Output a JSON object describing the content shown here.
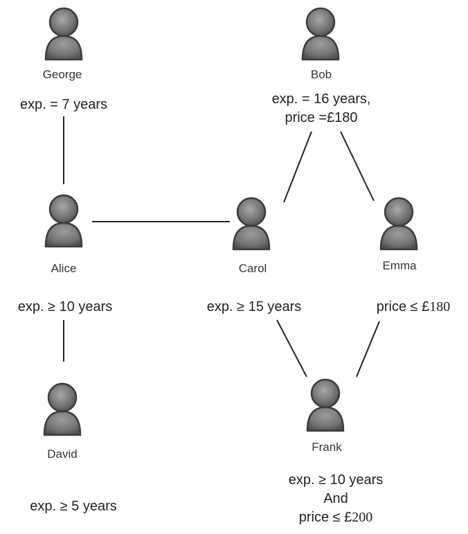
{
  "people": {
    "george": {
      "name": "George",
      "note": "exp. = 7 years"
    },
    "bob": {
      "name": "Bob",
      "note_line1": "exp. = 16 years,",
      "note_line2": "price =£180"
    },
    "alice": {
      "name": "Alice",
      "note": "exp. ≥ 10 years"
    },
    "carol": {
      "name": "Carol",
      "note": "exp. ≥ 15 years"
    },
    "emma": {
      "name": "Emma",
      "note_prefix": "price ≤ £",
      "note_value": "180"
    },
    "david": {
      "name": "David",
      "note": "exp. ≥ 5 years"
    },
    "frank": {
      "name": "Frank",
      "note_line1": "exp. ≥ 10 years",
      "note_line2": "And",
      "note_line3_prefix": "price ≤ £",
      "note_line3_value": "200"
    }
  },
  "connections": [
    [
      "George",
      "Alice"
    ],
    [
      "Alice",
      "David"
    ],
    [
      "Alice",
      "Carol"
    ],
    [
      "Bob",
      "Carol"
    ],
    [
      "Bob",
      "Emma"
    ],
    [
      "Carol",
      "Frank"
    ],
    [
      "Emma",
      "Frank"
    ]
  ],
  "colors": {
    "figure": "#7a7a7a",
    "figure_outline": "#3c3c3c",
    "line": "#222222"
  }
}
